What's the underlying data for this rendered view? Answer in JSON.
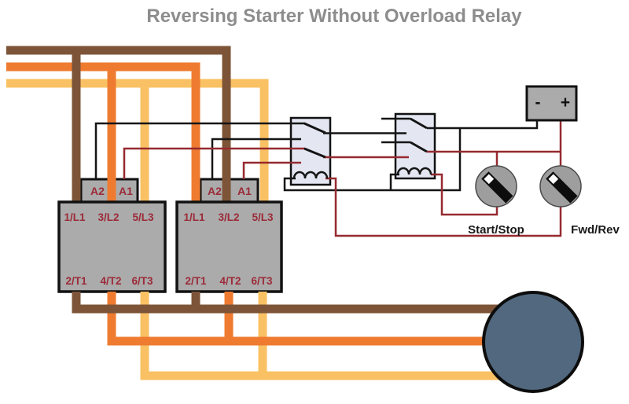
{
  "title": "Reversing Starter Without Overload Relay",
  "colors": {
    "phase_l1_brown": "#7d5437",
    "phase_l2_orange": "#ee7b30",
    "phase_l3_yellow": "#f9c163",
    "control_red": "#962a30",
    "control_black": "#151515",
    "box_gray": "#ababab",
    "switch_gray": "#9e9e9e",
    "relay_fill": "#e4e7f2",
    "motor_blue": "#51687e",
    "title_gray": "#8d8d8d",
    "terminal_label_red": "#9c2a38"
  },
  "contactor_forward": {
    "a2": "A2",
    "a1": "A1",
    "l1": "1/L1",
    "l2": "3/L2",
    "l3": "5/L3",
    "t1": "2/T1",
    "t2": "4/T2",
    "t3": "6/T3"
  },
  "contactor_reverse": {
    "a2": "A2",
    "a1": "A1",
    "l1": "1/L1",
    "l2": "3/L2",
    "l3": "5/L3",
    "t1": "2/T1",
    "t2": "4/T2",
    "t3": "6/T3"
  },
  "battery": {
    "minus": "-",
    "plus": "+"
  },
  "switches": {
    "start_stop": "Start/Stop",
    "fwd_rev": "Fwd/Rev"
  }
}
